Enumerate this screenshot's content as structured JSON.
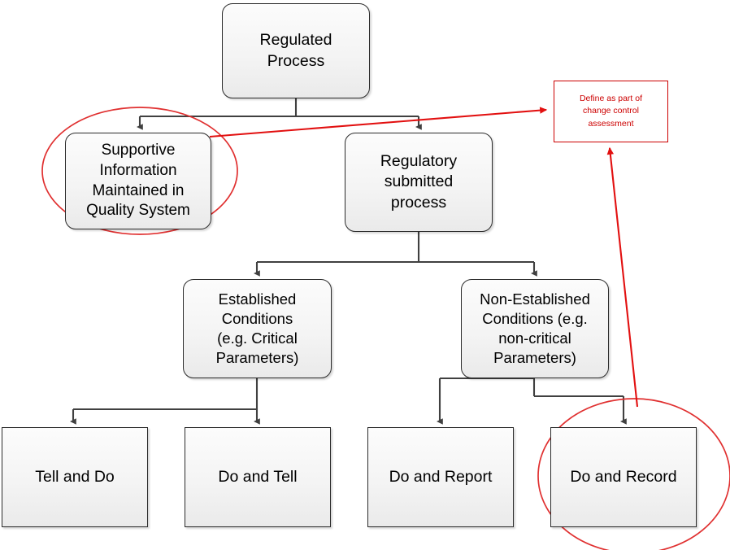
{
  "diagram": {
    "title": "Regulated Process decision flowchart",
    "colors": {
      "node_border": "#2b2b2b",
      "node_fill_top": "#fcfcfc",
      "node_fill_bottom": "#eaeaea",
      "connector": "#404040",
      "highlight_red": "#cc0000",
      "ellipse_red": "#e03030",
      "text": "#000000",
      "background": "#ffffff"
    },
    "nodes": [
      {
        "id": "regulated",
        "label": "Regulated\nProcess",
        "shape": "rounded-rect"
      },
      {
        "id": "supportive",
        "label": "Supportive\nInformation\nMaintained in\nQuality System",
        "shape": "rounded-rect"
      },
      {
        "id": "regsub",
        "label": "Regulatory\nsubmitted\nprocess",
        "shape": "rounded-rect"
      },
      {
        "id": "estab",
        "label": "Established\nConditions\n(e.g. Critical\nParameters)",
        "shape": "rounded-rect"
      },
      {
        "id": "nonestab",
        "label": "Non-Established\nConditions (e.g.\nnon-critical\nParameters)",
        "shape": "rounded-rect"
      },
      {
        "id": "tell-do",
        "label": "Tell and Do",
        "shape": "rect"
      },
      {
        "id": "do-tell",
        "label": "Do and Tell",
        "shape": "rect"
      },
      {
        "id": "do-report",
        "label": "Do and Report",
        "shape": "rect"
      },
      {
        "id": "do-record",
        "label": "Do and Record",
        "shape": "rect"
      }
    ],
    "annotation": {
      "id": "annot",
      "label": "Define as part of\nchange control\nassessment",
      "color": "#cc0000"
    },
    "highlights": [
      {
        "id": "ellipse-supportive",
        "target": "supportive",
        "shape": "ellipse",
        "color": "#e03030"
      },
      {
        "id": "ellipse-do-record",
        "target": "do-record",
        "shape": "ellipse",
        "color": "#e03030"
      }
    ],
    "edges": [
      {
        "from": "regulated",
        "to": "supportive",
        "style": "elbow-arrow"
      },
      {
        "from": "regulated",
        "to": "regsub",
        "style": "elbow-arrow"
      },
      {
        "from": "regsub",
        "to": "estab",
        "style": "elbow-arrow"
      },
      {
        "from": "regsub",
        "to": "nonestab",
        "style": "elbow-arrow"
      },
      {
        "from": "estab",
        "to": "tell-do",
        "style": "elbow-arrow"
      },
      {
        "from": "estab",
        "to": "do-tell",
        "style": "elbow-arrow"
      },
      {
        "from": "nonestab",
        "to": "do-report",
        "style": "elbow-arrow"
      },
      {
        "from": "nonestab",
        "to": "do-record",
        "style": "elbow-arrow"
      },
      {
        "from": "supportive",
        "to": "annot",
        "style": "straight-arrow",
        "color": "#cc0000"
      },
      {
        "from": "do-record",
        "to": "annot",
        "style": "straight-arrow",
        "color": "#cc0000"
      }
    ]
  }
}
